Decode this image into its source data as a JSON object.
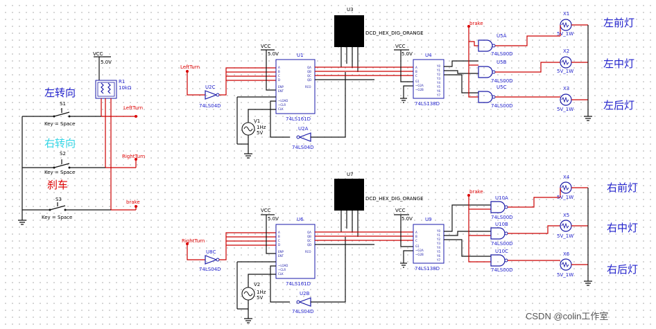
{
  "switches": {
    "s1": {
      "ref": "S1",
      "key": "Key = Space"
    },
    "s2": {
      "ref": "S2",
      "key": "Key = Space"
    },
    "s3": {
      "ref": "S3",
      "key": "Key = Space"
    }
  },
  "power": {
    "vcc": "VCC",
    "vcc_value": "5.0V"
  },
  "resistor": {
    "ref": "R1",
    "value": "10kΩ"
  },
  "nets": {
    "left_turn": "LeftTurn",
    "right_turn": "RightTurn",
    "brake": "brake"
  },
  "labels": {
    "left_turn": "左转向",
    "right_turn": "右转向",
    "brake": "刹车"
  },
  "top": {
    "display": {
      "ref": "U3",
      "part": "DCD_HEX_DIG_ORANGE"
    },
    "counter": {
      "ref": "U1",
      "part": "74LS161D"
    },
    "decoder": {
      "ref": "U4",
      "part": "74LS138D"
    },
    "inv_in": {
      "ref": "U2C",
      "part": "74LS04D"
    },
    "inv_fb": {
      "ref": "U2A",
      "part": "74LS04D"
    },
    "clock": {
      "ref": "V1",
      "freq": "1Hz",
      "amp": "5V"
    },
    "gates": [
      {
        "ref": "U5A",
        "part": "74LS00D"
      },
      {
        "ref": "U5B",
        "part": "74LS00D"
      },
      {
        "ref": "U5C",
        "part": "74LS00D"
      }
    ],
    "lamps": [
      {
        "ref": "X1",
        "rating": "5V_1W",
        "caption": "左前灯"
      },
      {
        "ref": "X2",
        "rating": "5V_1W",
        "caption": "左中灯"
      },
      {
        "ref": "X3",
        "rating": "5V_1W",
        "caption": "左后灯"
      }
    ]
  },
  "bottom": {
    "display": {
      "ref": "U7",
      "part": "DCD_HEX_DIG_ORANGE"
    },
    "counter": {
      "ref": "U6",
      "part": "74LS161D"
    },
    "decoder": {
      "ref": "U9",
      "part": "74LS138D"
    },
    "inv_in": {
      "ref": "U8C",
      "part": "74LS04D"
    },
    "inv_fb": {
      "ref": "U2B",
      "part": "74LS04D"
    },
    "clock": {
      "ref": "V2",
      "freq": "1Hz",
      "amp": "5V"
    },
    "gates": [
      {
        "ref": "U10A",
        "part": "74LS00D"
      },
      {
        "ref": "U10B",
        "part": "74LS00D"
      },
      {
        "ref": "U10C",
        "part": "74LS00D"
      }
    ],
    "lamps": [
      {
        "ref": "X4",
        "rating": "5V_1W",
        "caption": "右前灯"
      },
      {
        "ref": "X5",
        "rating": "5V_1W",
        "caption": "右中灯"
      },
      {
        "ref": "X6",
        "rating": "5V_1W",
        "caption": "右后灯"
      }
    ]
  },
  "watermark": "CSDN @colin工作室"
}
